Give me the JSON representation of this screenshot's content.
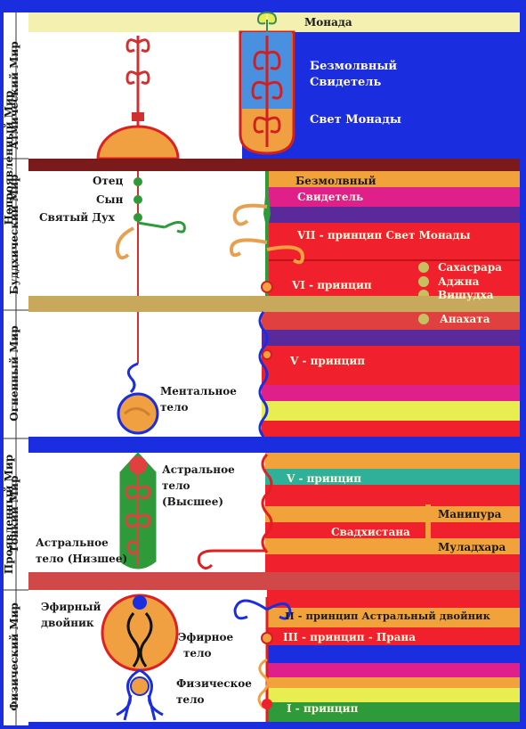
{
  "diagram": {
    "worlds": [
      {
        "key": "atmic",
        "label": "Атмический Мир"
      },
      {
        "key": "buddhic",
        "label": "Буддхический Мир"
      },
      {
        "key": "fiery",
        "label": "Огненный Мир"
      },
      {
        "key": "subtle",
        "label": "Тонкий Мир"
      },
      {
        "key": "physical",
        "label": "Физический Мир"
      }
    ],
    "groups": [
      {
        "key": "unmanifested",
        "label": "Непроявленный Мир"
      },
      {
        "key": "manifested",
        "label": "Проявленный Мир"
      }
    ],
    "labels": {
      "monad": "Монада",
      "silent_witness_1": "Безмолвный",
      "silent_witness_2": "Свидетель",
      "monad_light": "Свет Монады",
      "father": "Отец",
      "son": "Сын",
      "holy_spirit": "Святый Дух",
      "silent_witness_b1": "Безмолвный",
      "silent_witness_b2": "Свидетель",
      "principle_7": "VII - принцип Свет Монады",
      "principle_6": "VI - принцип",
      "sahasrara": "Сахасрара",
      "ajna": "Аджна",
      "vishuddha": "Вишудха",
      "anahata": "Анахата",
      "principle_5_fiery": "V - принцип",
      "mental_body_1": "Ментальное",
      "mental_body_2": "тело",
      "astral_high_1": "Астральное",
      "astral_high_2": "тело",
      "astral_high_3": "(Высшее)",
      "principle_5_subtle": "V - принцип",
      "astral_low_1": "Астральное",
      "astral_low_2": "тело (Низшее)",
      "manipura": "Манипура",
      "svadhisthana": "Свадхистана",
      "muladhara": "Муладхара",
      "etheric_double_1": "Эфирный",
      "etheric_double_2": "двойник",
      "principle_2": "II - принцип Астральный двойник",
      "etheric_body_1": "Эфирное",
      "etheric_body_2": "тело",
      "principle_3": "III - принцип - Прана",
      "physical_body_1": "Физическое",
      "physical_body_2": "тело",
      "principle_1": "I - принцип"
    },
    "colors": {
      "frame_blue": "#1a2ee0",
      "red": "#f0202c",
      "orange": "#f2a23a",
      "gold": "#c8a85a",
      "green": "#2f9a3a",
      "magenta": "#e0208a",
      "purple": "#5a2a9a",
      "teal": "#30b098",
      "yellow": "#e8ee50",
      "maroon": "#7a1a1a",
      "sky": "#4a90e0"
    }
  }
}
